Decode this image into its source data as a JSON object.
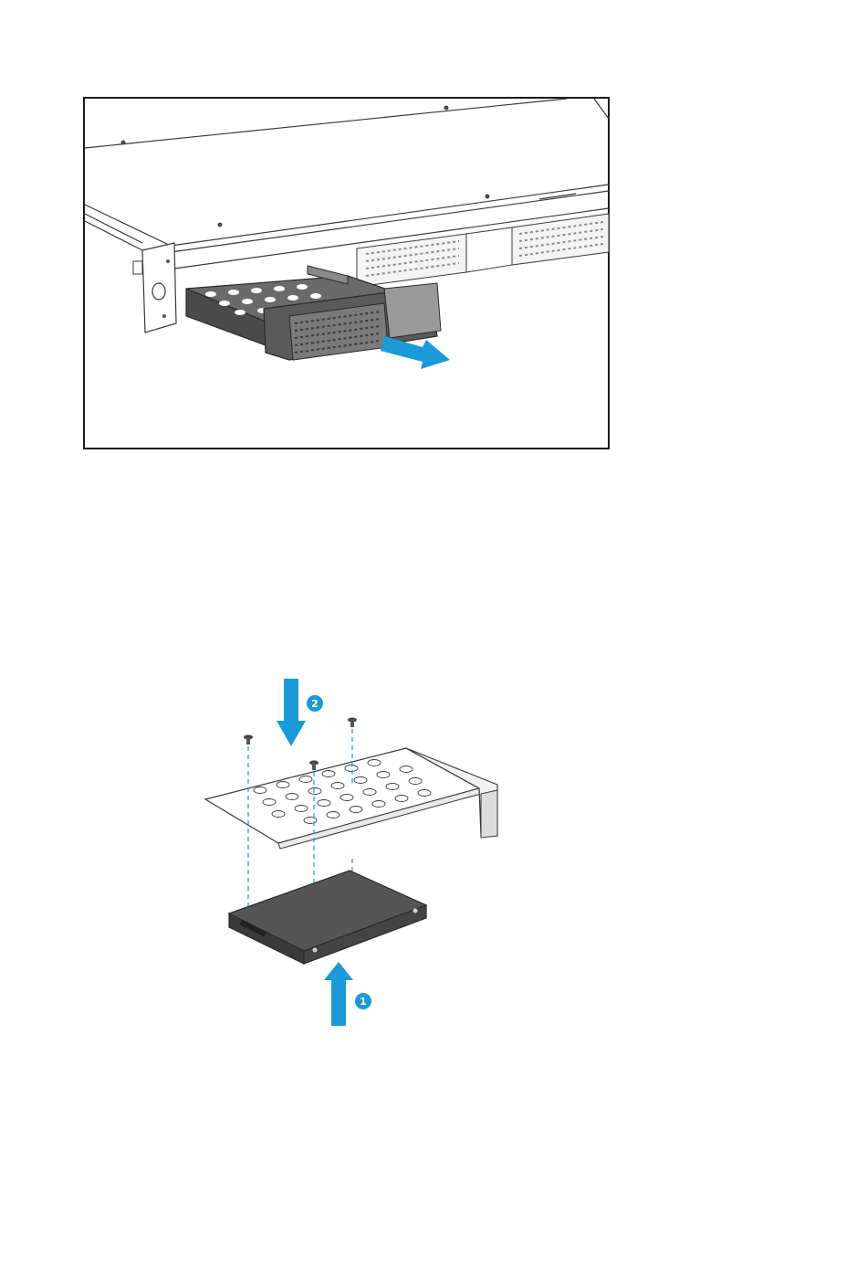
{
  "figures": [
    {
      "id": "remove-tray",
      "arrow_color": "#1a9ad8"
    },
    {
      "id": "install-drive",
      "arrow_color": "#1a9ad8",
      "steps": [
        {
          "number": "1"
        },
        {
          "number": "2"
        }
      ]
    }
  ]
}
